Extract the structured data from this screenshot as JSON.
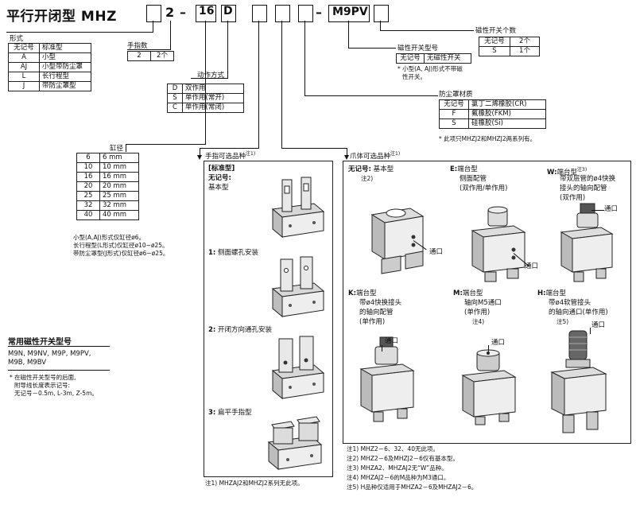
{
  "title": {
    "prefix": "平行开闭型 MHZ",
    "seg1": "2",
    "dash1": "–",
    "seg2": "16",
    "seg3": "D",
    "dash2": "–",
    "seg4": "M9PV"
  },
  "form": {
    "label": "形式",
    "rows": [
      [
        "无记号",
        "标准型"
      ],
      [
        "A",
        "小型"
      ],
      [
        "AJ",
        "小型带防尘罩"
      ],
      [
        "L",
        "长行程型"
      ],
      [
        "J",
        "带防尘罩型"
      ]
    ]
  },
  "fingers": {
    "label": "手指数",
    "rows": [
      [
        "2",
        "2个"
      ]
    ]
  },
  "action": {
    "label": "动作方式",
    "rows": [
      [
        "D",
        "双作用"
      ],
      [
        "S",
        "单作用(常开)"
      ],
      [
        "C",
        "单作用(常闭)"
      ]
    ]
  },
  "bore": {
    "label": "缸径",
    "rows": [
      [
        "6",
        "6 mm"
      ],
      [
        "10",
        "10 mm"
      ],
      [
        "16",
        "16 mm"
      ],
      [
        "20",
        "20 mm"
      ],
      [
        "25",
        "25 mm"
      ],
      [
        "32",
        "32 mm"
      ],
      [
        "40",
        "40 mm"
      ]
    ],
    "notes": [
      "小型(A,AJ)形式仅缸径ø6。",
      "长行程型(L形式)仅缸径ø10~ø25。",
      "带防尘罩型(J形式)仅缸径ø6~ø25。"
    ]
  },
  "switch_count": {
    "label": "磁性开关个数",
    "rows": [
      [
        "无记号",
        "2个"
      ],
      [
        "S",
        "1个"
      ]
    ]
  },
  "switch_model": {
    "label": "磁性开关型号",
    "rows": [
      [
        "无记号",
        "无磁性开关"
      ]
    ],
    "note": [
      "* 小型(A, AJ)形式不带磁",
      "性开关。"
    ]
  },
  "dust_cover": {
    "label": "防尘罩材质",
    "rows": [
      [
        "无记号",
        "氯丁二烯橡胶(CR)"
      ],
      [
        "F",
        "氟橡胶(FKM)"
      ],
      [
        "S",
        "硅橡胶(Si)"
      ]
    ],
    "note": "* 此项只MHZJ2和MHZJ2两系列有。"
  },
  "finger_options": {
    "label": "手指可选品种",
    "sup": "注1)",
    "standard_label": "[标准型]",
    "items": [
      {
        "code": "无记号:",
        "name": "基本型"
      },
      {
        "code": "1:",
        "name": "侧面螺孔安装"
      },
      {
        "code": "2:",
        "name": "开闭方向通孔安装"
      },
      {
        "code": "3:",
        "name": "扁平手指型"
      }
    ],
    "footnote": "注1) MHZAJ2和MHZJ2系列无此项。"
  },
  "body_options": {
    "label": "爪体可选品种",
    "sup": "注1)",
    "port_label": "通口",
    "items": [
      {
        "code": "无记号:",
        "lines": [
          "基本型"
        ],
        "sup": "注2)"
      },
      {
        "code": "E:",
        "lines": [
          "端台型",
          "侧面配管",
          "(双作用/单作用)"
        ],
        "sup": ""
      },
      {
        "code": "W:",
        "lines": [
          "端台型",
          "带双层管的ø4快换",
          "接头的轴向配管",
          "(双作用)"
        ],
        "sup": "注3)"
      },
      {
        "code": "K:",
        "lines": [
          "端台型",
          "带ø4快换接头",
          "的轴向配管",
          "(单作用)"
        ],
        "sup": ""
      },
      {
        "code": "M:",
        "lines": [
          "端台型",
          "轴向M5通口",
          "(单作用)"
        ],
        "sup": "注4)"
      },
      {
        "code": "H:",
        "lines": [
          "端台型",
          "带ø4软管接头",
          "的轴向通口(单作用)"
        ],
        "sup": "注5)"
      }
    ],
    "footnotes": [
      "注1) MHZ2－6、32、40无此项。",
      "注2) MHZ2－6及MHZJ2－6仅有基本型。",
      "注3) MHZA2、MHZAJ2无“W”品种。",
      "注4) MHZAJ2－6的M品种为M3通口。",
      "注5) H品种仅适用于MHZA2－6及MHZAJ2－6。"
    ]
  },
  "common_switches": {
    "title": "常用磁性开关型号",
    "models": [
      "M9N, M9NV, M9P, M9PV,",
      "M9B, M9BV"
    ],
    "note": [
      "* 在磁性开关型号的后面,",
      "附导线长度表示记号:",
      "无记号－0.5m, L-3m, Z-5m。"
    ]
  }
}
